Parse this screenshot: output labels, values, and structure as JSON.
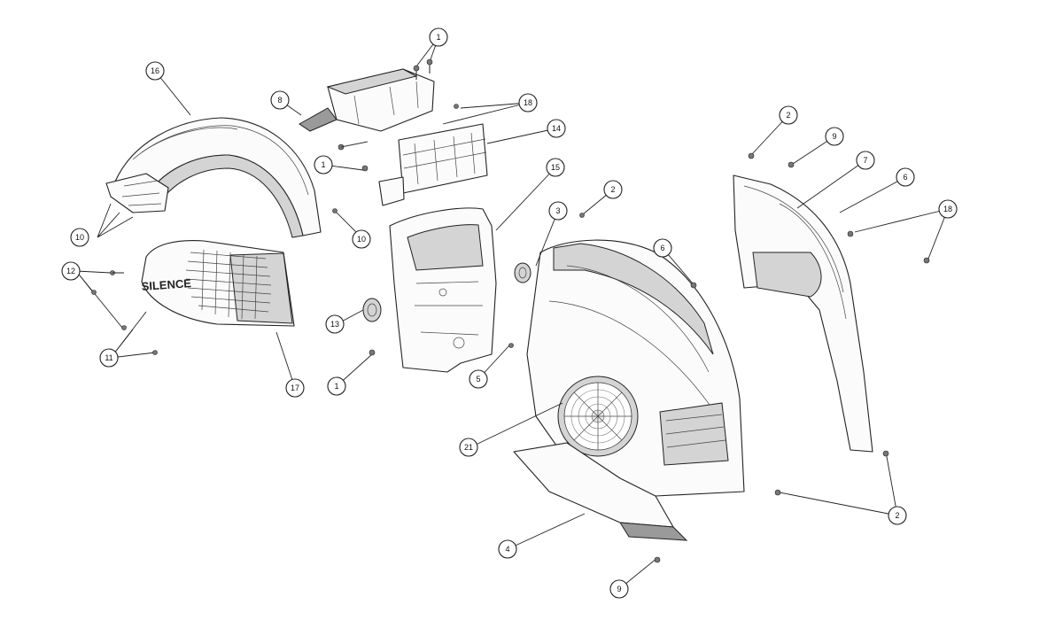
{
  "diagram": {
    "brand_logo_text": "SILENCE",
    "callouts": [
      {
        "id": "c1a",
        "label": "1"
      },
      {
        "id": "c1b",
        "label": "1"
      },
      {
        "id": "c1c",
        "label": "1"
      },
      {
        "id": "c2a",
        "label": "2"
      },
      {
        "id": "c2b",
        "label": "2"
      },
      {
        "id": "c2c",
        "label": "2"
      },
      {
        "id": "c3",
        "label": "3"
      },
      {
        "id": "c4",
        "label": "4"
      },
      {
        "id": "c5",
        "label": "5"
      },
      {
        "id": "c6a",
        "label": "6"
      },
      {
        "id": "c6b",
        "label": "6"
      },
      {
        "id": "c7",
        "label": "7"
      },
      {
        "id": "c8",
        "label": "8"
      },
      {
        "id": "c9a",
        "label": "9"
      },
      {
        "id": "c9b",
        "label": "9"
      },
      {
        "id": "c10a",
        "label": "10"
      },
      {
        "id": "c10b",
        "label": "10"
      },
      {
        "id": "c11",
        "label": "11"
      },
      {
        "id": "c12",
        "label": "12"
      },
      {
        "id": "c13",
        "label": "13"
      },
      {
        "id": "c14",
        "label": "14"
      },
      {
        "id": "c15",
        "label": "15"
      },
      {
        "id": "c16",
        "label": "16"
      },
      {
        "id": "c17",
        "label": "17"
      },
      {
        "id": "c18a",
        "label": "18"
      },
      {
        "id": "c18b",
        "label": "18"
      },
      {
        "id": "c21",
        "label": "21"
      }
    ]
  }
}
